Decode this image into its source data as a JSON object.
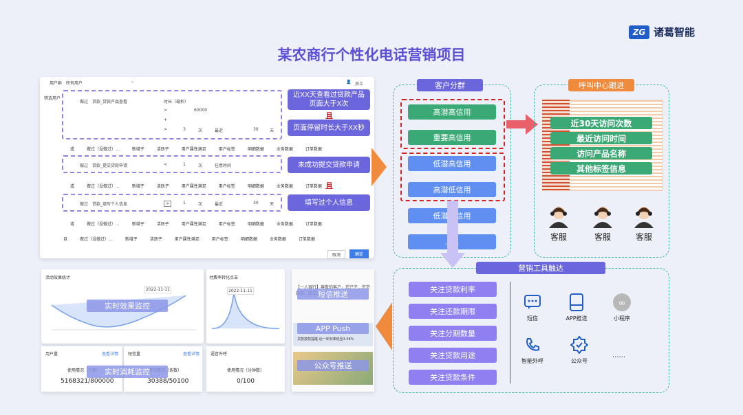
{
  "brand": {
    "logo_mark": "ZG",
    "name": "诸葛智能"
  },
  "title": "某农商行个性化电话营销项目",
  "filter_panel": {
    "user_group_label": "用户群",
    "user_group_value": "所有用户",
    "user_name": "员工",
    "filter_users_label": "筛选用户",
    "row1": {
      "event": "做过",
      "item": "贷款_贷款产品查看",
      "field": "时长（毫秒）",
      "op1": ">",
      "val1": "60000",
      "op2": ">",
      "val2": "3",
      "unit": "次",
      "period": "最近",
      "days": "30",
      "day_unit": "天"
    },
    "row2": {
      "event": "做过",
      "item": "贷款_提交贷款申请",
      "op": "<",
      "val": "1",
      "unit": "次",
      "period": "任意时间"
    },
    "row3": {
      "event": "做过",
      "item": "贷款_填写个人信息",
      "op": ">",
      "val": "1",
      "unit": "次",
      "period": "最近",
      "days": "30",
      "day_unit": "天"
    },
    "add_items": [
      "或",
      "做过（没做过）...",
      "新增子",
      "活跃子",
      "用户属性满足",
      "用户标签",
      "明细数据",
      "业务数据",
      "订单数据"
    ],
    "bottom_items": [
      "且",
      "做过（没做过）...",
      "新增子",
      "活跃子",
      "用户属性满足",
      "用户标签",
      "明细数据",
      "业务数据",
      "订单数据"
    ],
    "cancel": "取消",
    "confirm": "确定"
  },
  "conditions": [
    "近XX天查看过贷款产品页面大于X次",
    "页面停留时长大于XX秒",
    "未成功提交贷款申请",
    "填写过个人信息"
  ],
  "and_label": "且",
  "segments": {
    "header": "客户分群",
    "high": [
      "高潜高信用",
      "重要高信用"
    ],
    "mid": [
      "低潜高信用",
      "高潜低信用"
    ],
    "low": [
      "低潜低信用",
      "......"
    ]
  },
  "call_center": {
    "header": "呼叫中心跟进",
    "tags": [
      "近30天访问次数",
      "最近访问时间",
      "访问产品名称",
      "其他标签信息"
    ],
    "agents": [
      "客服",
      "客服",
      "客服"
    ]
  },
  "marketing": {
    "header": "营销工具触达",
    "topics": [
      "关注贷款利率",
      "关注还款期限",
      "关注分期数量",
      "关注贷款用途",
      "关注贷款条件"
    ],
    "tools": [
      {
        "icon": "sms-icon",
        "label": "短信"
      },
      {
        "icon": "app-push-icon",
        "label": "APP推送"
      },
      {
        "icon": "mini-program-icon",
        "label": "小程序"
      },
      {
        "icon": "phone-call-icon",
        "label": "智能外呼"
      },
      {
        "icon": "official-account-icon",
        "label": "公众号"
      },
      {
        "icon": "more-icon",
        "label": "......"
      }
    ]
  },
  "dashboard": {
    "chart1_overlay": "实时效果监控",
    "chart1_title": "活动效果统计",
    "chart2_title": "付费率转化点击",
    "tooltip_date": "2022-11-11",
    "stats_overlay": "实时消耗监控",
    "stats": [
      {
        "label": "用户量",
        "link": "查看详情",
        "sub": "使用情况（个数）",
        "value": "5168321/800000"
      },
      {
        "label": "短信量",
        "link": "查看详情",
        "sub": "使用情况（条数）",
        "value": "30388/50100"
      },
      {
        "label": "语音外呼",
        "link": "",
        "sub": "使用情况（分钟数）",
        "value": "0/100"
      }
    ]
  },
  "push_examples": {
    "sms": "短信推送",
    "app": "APP Push",
    "wechat": "公众号推送",
    "sms_text": "【一人银行】尊敬的客户，您已于...您贷款期...请立即办理...",
    "app_text": "贷款放款提醒 近一年利率低至3.58%"
  },
  "colors": {
    "accent": "#5a4fd6",
    "teal": "#3ab79c",
    "red": "#d42121",
    "orange": "#f08a3c"
  }
}
